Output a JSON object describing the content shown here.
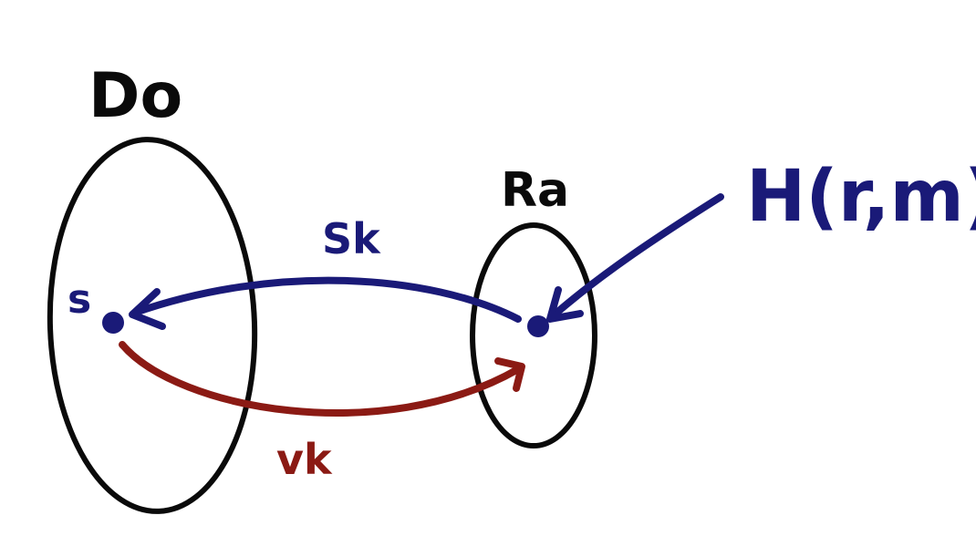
{
  "colors": {
    "outline": "#0a0a0a",
    "navy": "#1a1a78",
    "maroon": "#8b1a14"
  },
  "domain_set": {
    "label": "Do"
  },
  "range_set": {
    "label": "Ra"
  },
  "point_s": {
    "label": "s"
  },
  "hash_source": {
    "label": "H(r,m)"
  },
  "arrow_sk": {
    "label": "Sk"
  },
  "arrow_vk": {
    "label": "vk"
  }
}
